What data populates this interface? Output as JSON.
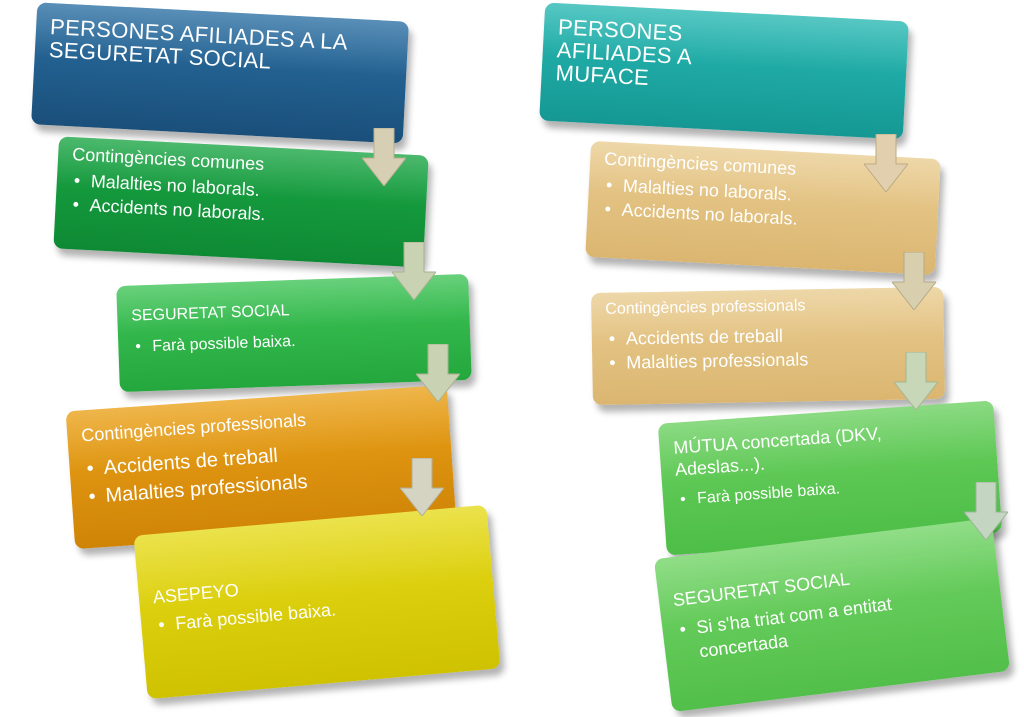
{
  "left": {
    "header": "PERSONES AFILIADES A LA SEGURETAT SOCIAL",
    "common": {
      "title": "Contingències comunes",
      "items": [
        "Malalties no laborals.",
        "Accidents no laborals."
      ]
    },
    "ss": {
      "title": "SEGURETAT SOCIAL",
      "items": [
        "Farà possible baixa."
      ]
    },
    "professional": {
      "title": "Contingències professionals",
      "items": [
        "Accidents de treball",
        "Malalties professionals"
      ]
    },
    "asepeyo": {
      "title": "ASEPEYO",
      "items": [
        "Farà possible baixa."
      ]
    }
  },
  "right": {
    "header": "PERSONES AFILIADES A MUFACE",
    "common": {
      "title": "Contingències comunes",
      "items": [
        "Malalties no laborals.",
        "Accidents no laborals."
      ]
    },
    "professional": {
      "title": "Contingències professionals",
      "items": [
        "Accidents de treball",
        "Malalties professionals"
      ]
    },
    "mutua": {
      "title": "MÚTUA concertada (DKV, Adeslas...).",
      "items": [
        "Farà possible baixa."
      ]
    },
    "ss": {
      "title": "SEGURETAT SOCIAL",
      "items": [
        "Si s'ha triat com a entitat concertada"
      ]
    }
  },
  "colors": {
    "navy": "#1f5f8f",
    "teal": "#1fa8a4",
    "dark_green": "#139a3a",
    "green": "#2eb84a",
    "orange": "#e0920a",
    "yellow": "#dccf00",
    "tan": "#e3c281",
    "light_green": "#5cc954",
    "arrow": "#d7cfb3"
  }
}
